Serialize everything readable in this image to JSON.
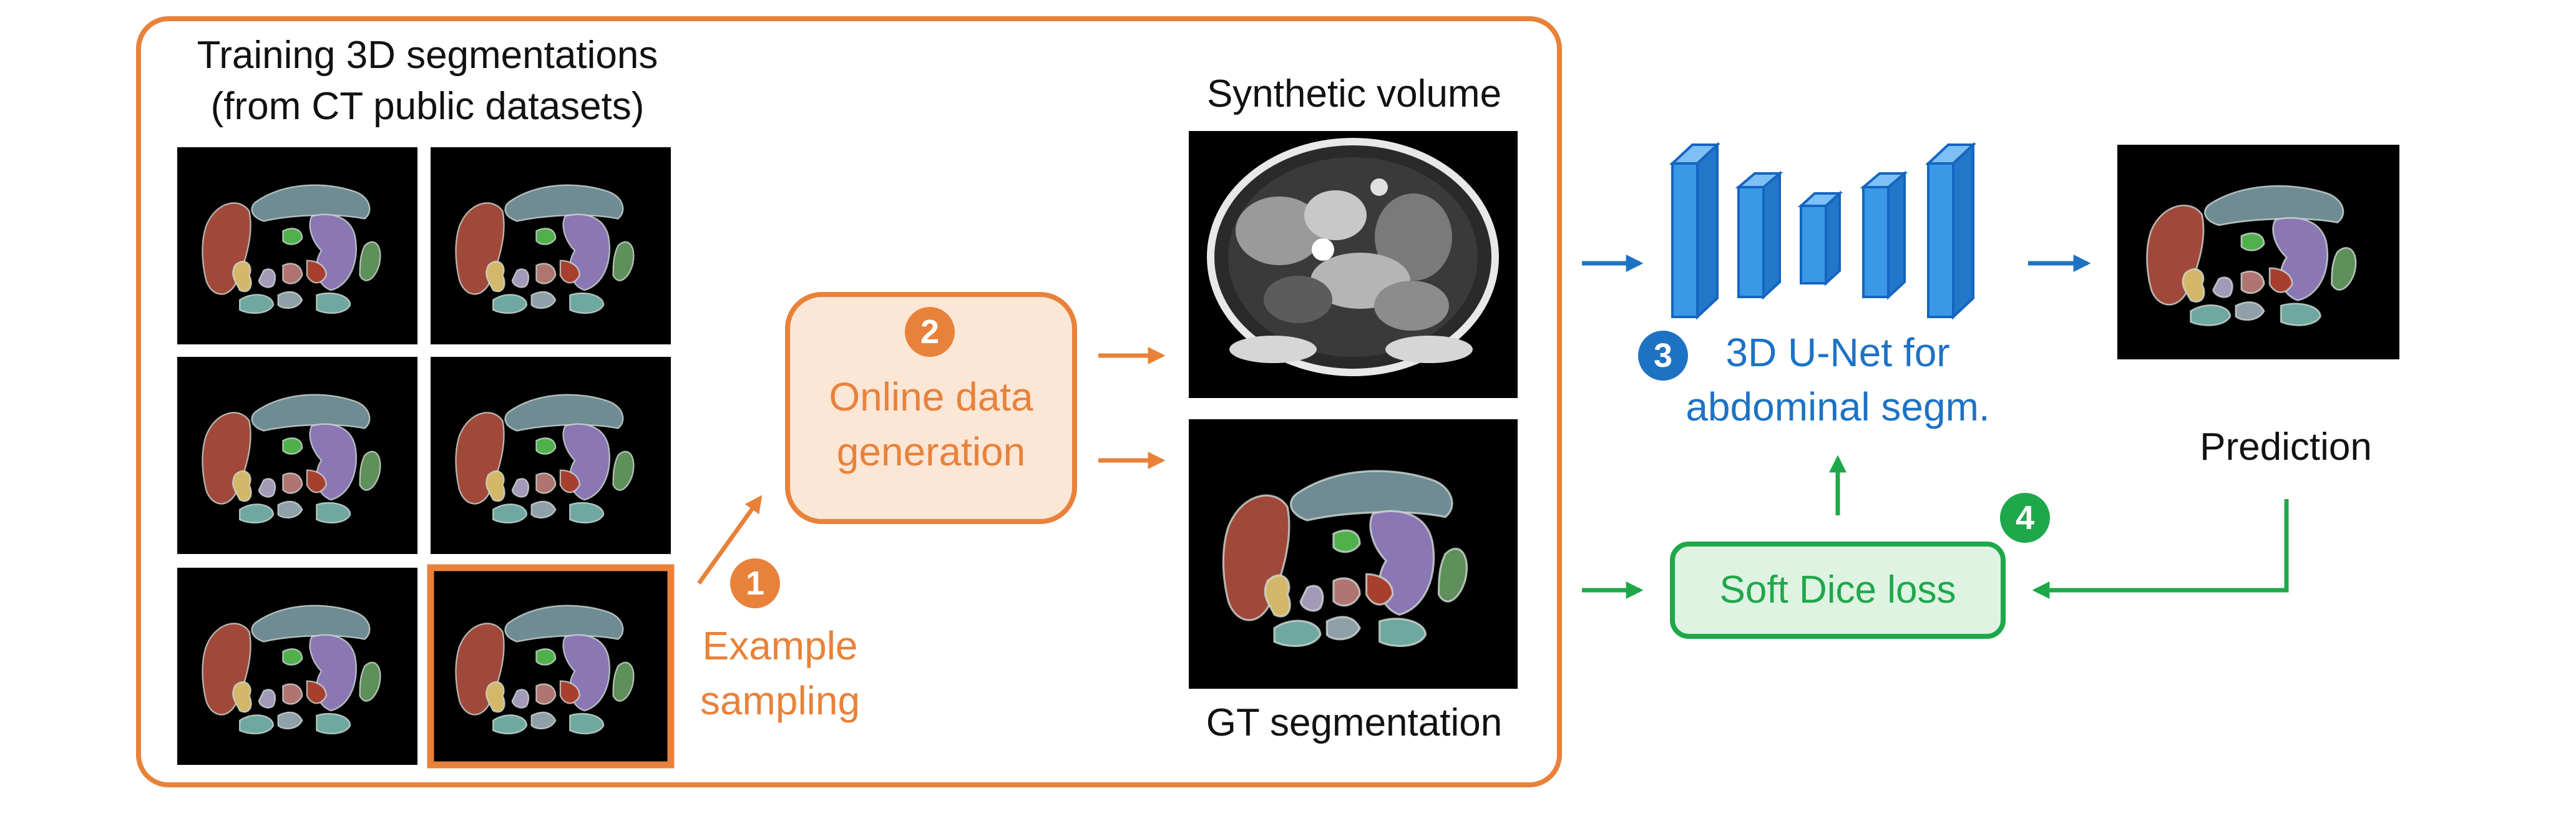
{
  "colors": {
    "orange": "#E8823A",
    "orange_fill": "#FCE6D6",
    "blue": "#1E72C4",
    "unet_fill": "#3A99E6",
    "green": "#1FA84A",
    "green_fill": "#DFF3E3",
    "slice_bg": "#000000"
  },
  "icons": {
    "arrow": "arrow-right-icon",
    "unet": "unet-architecture-icon"
  },
  "labels": {
    "training_title_line1": "Training 3D segmentations",
    "training_title_line2": "(from CT public datasets)",
    "synthetic_volume": "Synthetic volume",
    "gt_segmentation": "GT segmentation",
    "prediction": "Prediction",
    "example_sampling_line1": "Example",
    "example_sampling_line2": "sampling",
    "online_gen_line1": "Online data",
    "online_gen_line2": "generation",
    "unet_line1": "3D U-Net for",
    "unet_line2": "abdominal segm.",
    "soft_dice": "Soft Dice loss"
  },
  "badges": {
    "step1": "1",
    "step2": "2",
    "step3": "3",
    "step4": "4"
  }
}
